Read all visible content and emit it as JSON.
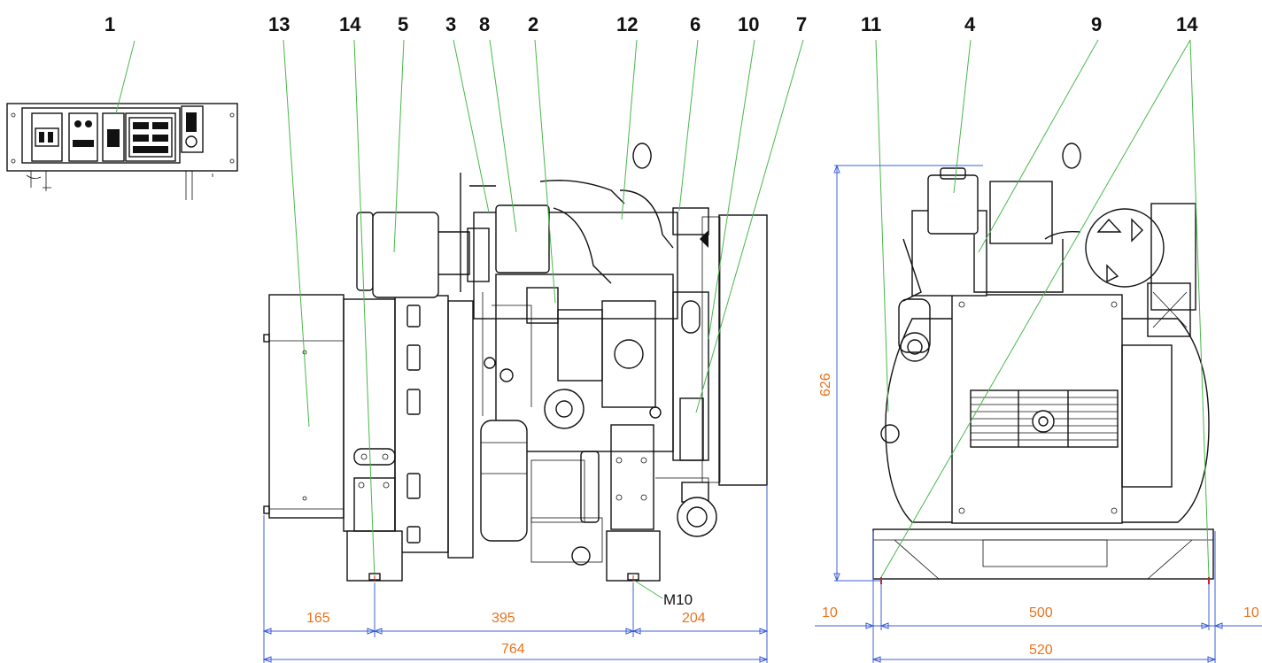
{
  "callouts": {
    "c1": "1",
    "c13": "13",
    "c14a": "14",
    "c5": "5",
    "c3": "3",
    "c8": "8",
    "c2": "2",
    "c12": "12",
    "c6": "6",
    "c10": "10",
    "c7": "7",
    "c11": "11",
    "c4": "4",
    "c9": "9",
    "c14b": "14"
  },
  "dimensions": {
    "front_left": "165",
    "front_mid": "395",
    "front_right": "204",
    "front_total": "764",
    "side_height": "626",
    "side_left": "10",
    "side_mid": "500",
    "side_right": "10",
    "side_total": "520"
  },
  "annotations": {
    "bolt": "M10"
  },
  "colors": {
    "leader": "#49b84a",
    "dimension_line": "#3c5fd6",
    "dimension_text": "#e8731e",
    "ink": "#111111"
  }
}
